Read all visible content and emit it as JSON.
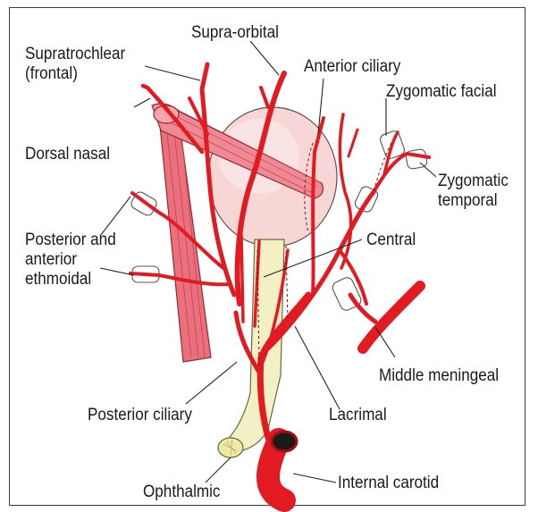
{
  "colors": {
    "artery": "#e21b23",
    "artery_dark": "#a80f14",
    "muscle": "#e86a78",
    "muscle_light": "#f4a5ad",
    "globe": "#f6d4d4",
    "nerve": "#f2efc4",
    "leader": "#222222"
  },
  "labels": {
    "supra_orbital": "Supra-orbital",
    "supratrochlear": "Supratrochlear\n(frontal)",
    "anterior_ciliary": "Anterior ciliary",
    "zygomatic_facial": "Zygomatic facial",
    "dorsal_nasal": "Dorsal nasal",
    "zygomatic_temporal": "Zygomatic\ntemporal",
    "posterior_anterior_ethmoidal": "Posterior and\nanterior\nethmoidal",
    "central": "Central",
    "middle_meningeal": "Middle meningeal",
    "posterior_ciliary": "Posterior ciliary",
    "lacrimal": "Lacrimal",
    "ophthalmic": "Ophthalmic",
    "internal_carotid": "Internal carotid"
  }
}
